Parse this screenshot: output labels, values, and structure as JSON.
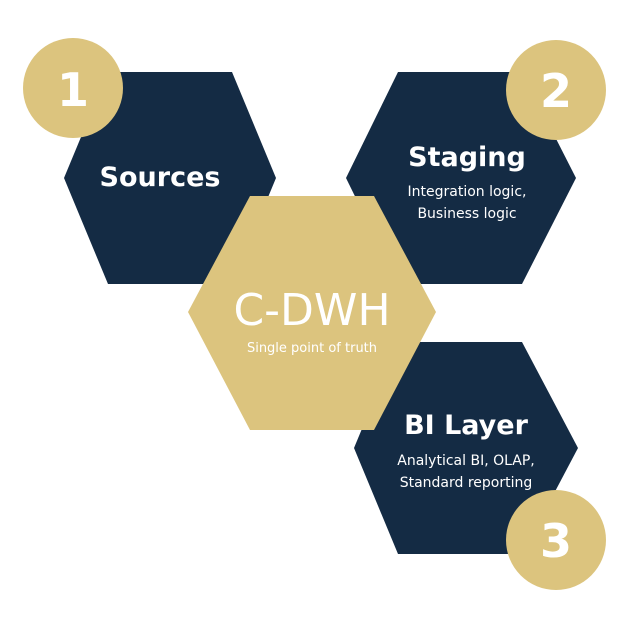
{
  "colors": {
    "navy": "#142b44",
    "gold": "#dcc47e",
    "white": "#ffffff"
  },
  "nodes": {
    "sources": {
      "number": "1",
      "title": "Sources"
    },
    "staging": {
      "number": "2",
      "title": "Staging",
      "line1": "Integration logic,",
      "line2": "Business logic"
    },
    "core": {
      "title": "C-DWH",
      "subtitle": "Single point of truth"
    },
    "bi_layer": {
      "number": "3",
      "title": "BI Layer",
      "line1": "Analytical BI, OLAP,",
      "line2": "Standard reporting"
    }
  }
}
